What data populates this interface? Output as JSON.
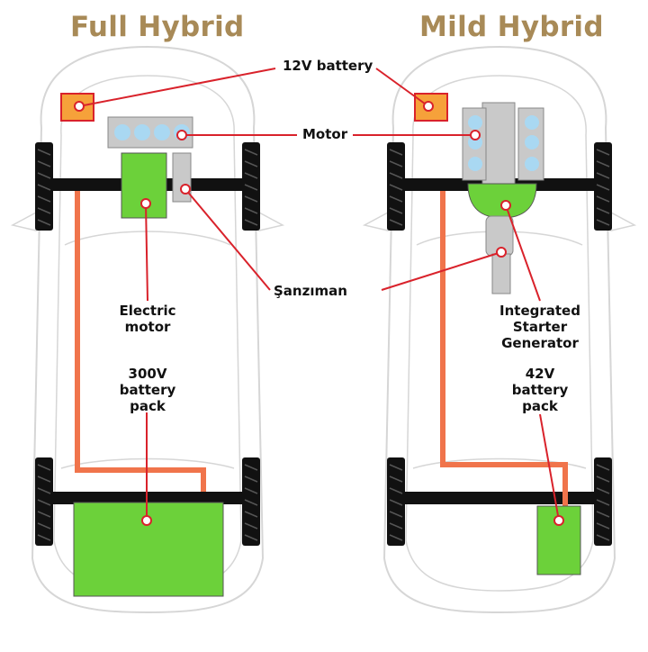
{
  "titles": {
    "full": "Full Hybrid",
    "mild": "Mild Hybrid"
  },
  "labels": {
    "battery12v": "12V battery",
    "motor": "Motor",
    "transmission": "Şanzıman",
    "electric_motor": [
      "Electric",
      "motor"
    ],
    "battery_300v": [
      "300V",
      "battery",
      "pack"
    ],
    "isg": [
      "Integrated",
      "Starter",
      "Generator"
    ],
    "battery_42v": [
      "42V",
      "battery",
      "pack"
    ]
  },
  "colors": {
    "title": "#a88a57",
    "leader": "#d9222b",
    "engine_block": "#c9c9c9",
    "cylinder": "#a9d8f2",
    "electric_component": "#6cd13a",
    "battery_12v": "#f6a13a",
    "battery_12v_border": "#d9222b",
    "cable": "#f0744b",
    "axle": "#111111",
    "car_outline": "#d6d6d6"
  }
}
